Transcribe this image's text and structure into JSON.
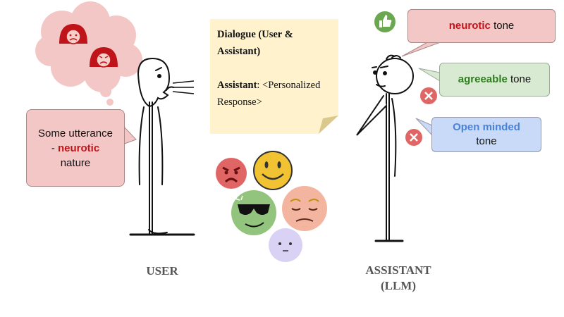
{
  "user_utterance": {
    "line1": "Some utterance",
    "prefix": "- ",
    "highlight": "neurotic",
    "line3": "nature"
  },
  "note": {
    "title": "Dialogue (User & Assistant)",
    "assistant_label": "Assistant",
    "assistant_text": ": <Personalized Response>"
  },
  "tones": {
    "neurotic": {
      "highlight": "neurotic",
      "suffix": " tone",
      "mark": "thumbs-up"
    },
    "agreeable": {
      "highlight": "agreeable",
      "suffix": " tone",
      "mark": "x"
    },
    "open_minded": {
      "highlight": "Open minded",
      "suffix": "tone",
      "mark": "x"
    }
  },
  "labels": {
    "user": "USER",
    "assistant_line1": "ASSISTANT",
    "assistant_line2": "(LLM)"
  },
  "emotions": [
    "angry",
    "happy",
    "cool",
    "sad",
    "neutral"
  ],
  "colors": {
    "neurotic_red": "#c0141b",
    "agreeable_green": "#2f7d1f",
    "open_blue": "#4a82d6",
    "thumbs_up_green": "#6aa84f",
    "x_red": "#e06666"
  }
}
